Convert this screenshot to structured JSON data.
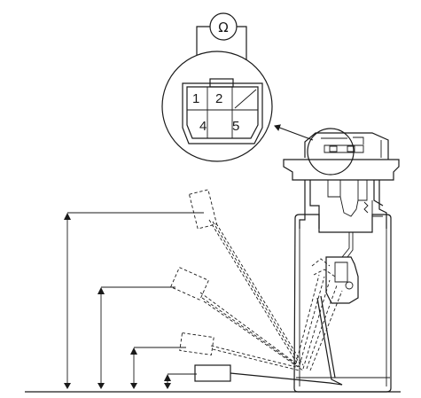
{
  "meter": {
    "symbol": "Ω"
  },
  "connector": {
    "pins": [
      {
        "label": "1"
      },
      {
        "label": "2"
      },
      {
        "label": "4"
      },
      {
        "label": "5"
      }
    ]
  }
}
